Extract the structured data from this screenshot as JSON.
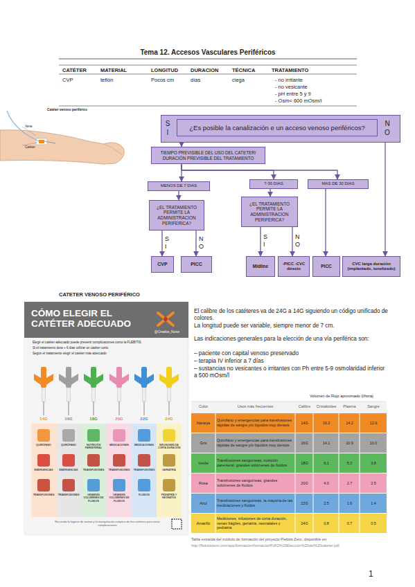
{
  "diagram": {
    "title": "Tema 12. Accesos Vasculares Periféricos",
    "nodes": [
      {
        "text": [
          "SI",
          "NO"
        ]
      },
      {
        "text": [
          "¿Es posible la canalización e un acceso venoso periféricos?"
        ],
        "in": 0
      },
      {
        "text": [
          "TIEMPO PREVISIBLE DEL USO DEL CATETER/ DURACIÓN PREVISIBLE DEL TRATAMIENTO"
        ]
      },
      {
        "text": [
          "MENOS DE 7 DIAS"
        ]
      },
      {
        "text": [
          "7-30 DIAS"
        ]
      },
      {
        "text": [
          "MAS DE 30 DIAS"
        ]
      },
      {
        "text": [
          "¿EL TRATAMIENTO PERMITE LA ADMINISTRACION PERIFERICA?"
        ]
      },
      {
        "text": [
          "¿EL TRATAMIENTO PERMITE LA ADMINISTRACION PERIFERICA?"
        ]
      },
      {
        "text": [
          "CVP"
        ]
      },
      {
        "text": [
          "PICC"
        ]
      },
      {
        "text": [
          "Midline"
        ]
      },
      {
        "text": [
          "-PICC -CVC directo"
        ]
      },
      {
        "text": [
          "PICC"
        ]
      },
      {
        "text": [
          "CVC larga duración (implantado, tunelizado)"
        ]
      }
    ],
    "edges": [
      {
        "from": 0,
        "to": 2,
        "arrow": "to"
      },
      {
        "from": 2,
        "to": 3,
        "arrow": "to"
      },
      {
        "from": 2,
        "to": 4,
        "arrow": "to"
      },
      {
        "from": 2,
        "to": 5,
        "arrow": "to"
      },
      {
        "from": 3,
        "to": 6,
        "arrow": "to"
      },
      {
        "from": 4,
        "to": 7,
        "arrow": "to"
      },
      {
        "from": 6,
        "to": 8,
        "label": "SI",
        "arrow": "to"
      },
      {
        "from": 6,
        "to": 9,
        "label": "NO",
        "arrow": "to"
      },
      {
        "from": 7,
        "to": 10,
        "label": "SI",
        "arrow": "to"
      },
      {
        "from": 7,
        "to": 11,
        "label": "NO",
        "arrow": "to"
      },
      {
        "from": 5,
        "to": 12,
        "arrow": "to"
      },
      {
        "from": 0,
        "to": 13,
        "arrow": "to"
      }
    ],
    "labels": [
      "CATÉTER",
      "MATERIAL",
      "LONGITUD",
      "DURACION",
      "TÉCNICA",
      "TRATAMIENTO",
      "CVP",
      "teflón",
      "Pocos cm",
      "días",
      "ciega",
      "- no irritante",
      "- no vesicante",
      "- pH entre 5 y 9",
      "- Osm< 600 mOsm/l",
      "Catéter venoso periférico",
      "Vena",
      "Catéter",
      "CATETER VENOSO PERIFÉRICO",
      "CÓMO ELEGIR EL CATÉTER ADECUADO",
      "@Creative_Nurse",
      "Elegir el catéter adecuado puede prevenir complicaciones como la FLEBITIS",
      "Si el tratamiento dura + 6 días utilizar un catéter corto.",
      "Según el tratamiento elegir el catéter más adecuado",
      "14G",
      "16G",
      "18G",
      "20G",
      "22G",
      "24G",
      "QUIRÓFANO",
      "QUIRÓFANO",
      "NUTRICIÓN PARENTERAL",
      "MEDICACIONES",
      "MEDICACIONES",
      "INFUSIONES DE CORTA DURACIÓN",
      "EMERGENCIAS",
      "EMERGENCIAS",
      "TRANSFUSIONES",
      "TRANSFUSIONES",
      "TRANSFUSIONES",
      "GERIATRÍA",
      "TRANSFUSIONES",
      "TRANSFUSIONES",
      "GRANDES VOLÚMENES DE FLUIDOS",
      "GRANDES VOLÚMENES DE FLUIDOS",
      "FLUIDOS",
      "PEDIATRÍA Y NEONATOS",
      "Recuerda la higiene de manos y la manipulación aséptica de los catéteres para evitar complicaciones",
      "El calibre de los catéteres va de 24G a 14G siguiendo un código unificado de colores.",
      "La longitud puede ser variable, siempre menor de 7 cm.",
      "Las indicaciones generales para la elección de una vía periférica son:",
      "– paciente con capital venoso preservado",
      "– terapia IV inferior a 7 días",
      "– sustancias no vesicantes o irritantes con Ph entre 5-9 osmolaridad inferior a 500 mOsm/l",
      "Volumen de Flujo aproximado (l/hora)",
      "Color",
      "Usos más frecuentes",
      "Calibre",
      "Cristaloides",
      "Plasma",
      "Sangre",
      "Naranja",
      "Quirófano y emergencias para transfusiones rápidas de sangre y/o líquidos muy densos",
      "14G",
      "16.2",
      "14.2",
      "12.9",
      "Gris",
      "Quirófano y emergencias para transfusiones rápidas de sangre y/o líquidos muy densos",
      "16G",
      "14.1",
      "10.9",
      "10.0",
      "Verde",
      "Transfusiones sanguíneas, nutrición parenteral, grandes volúmenes de fluidos",
      "18G",
      "6.1",
      "5.2",
      "3.8",
      "Rosa",
      "Transfusiones sanguíneas, grandes volúmenes de fluidos",
      "20G",
      "4.0",
      "2.7",
      "2.5",
      "Azul",
      "Transfusiones sanguíneas, la mayoría de las medicaciones y fluidos",
      "22G",
      "2.5",
      "1.6",
      "1.4",
      "Amarillo",
      "Mediciones, infusiones de corta duración, venas frágiles, geriatría, neonatales y pediatría",
      "24G",
      "0.8",
      "0.7",
      "0.5",
      "Tabla extraída del módulo de formación del proyecto Flebitis Zero, disponible en:",
      "http://flebitiszero.com/app/formacion/formacionPdf/2%20Elección%20del%20catéter.pdf",
      "1"
    ]
  }
}
